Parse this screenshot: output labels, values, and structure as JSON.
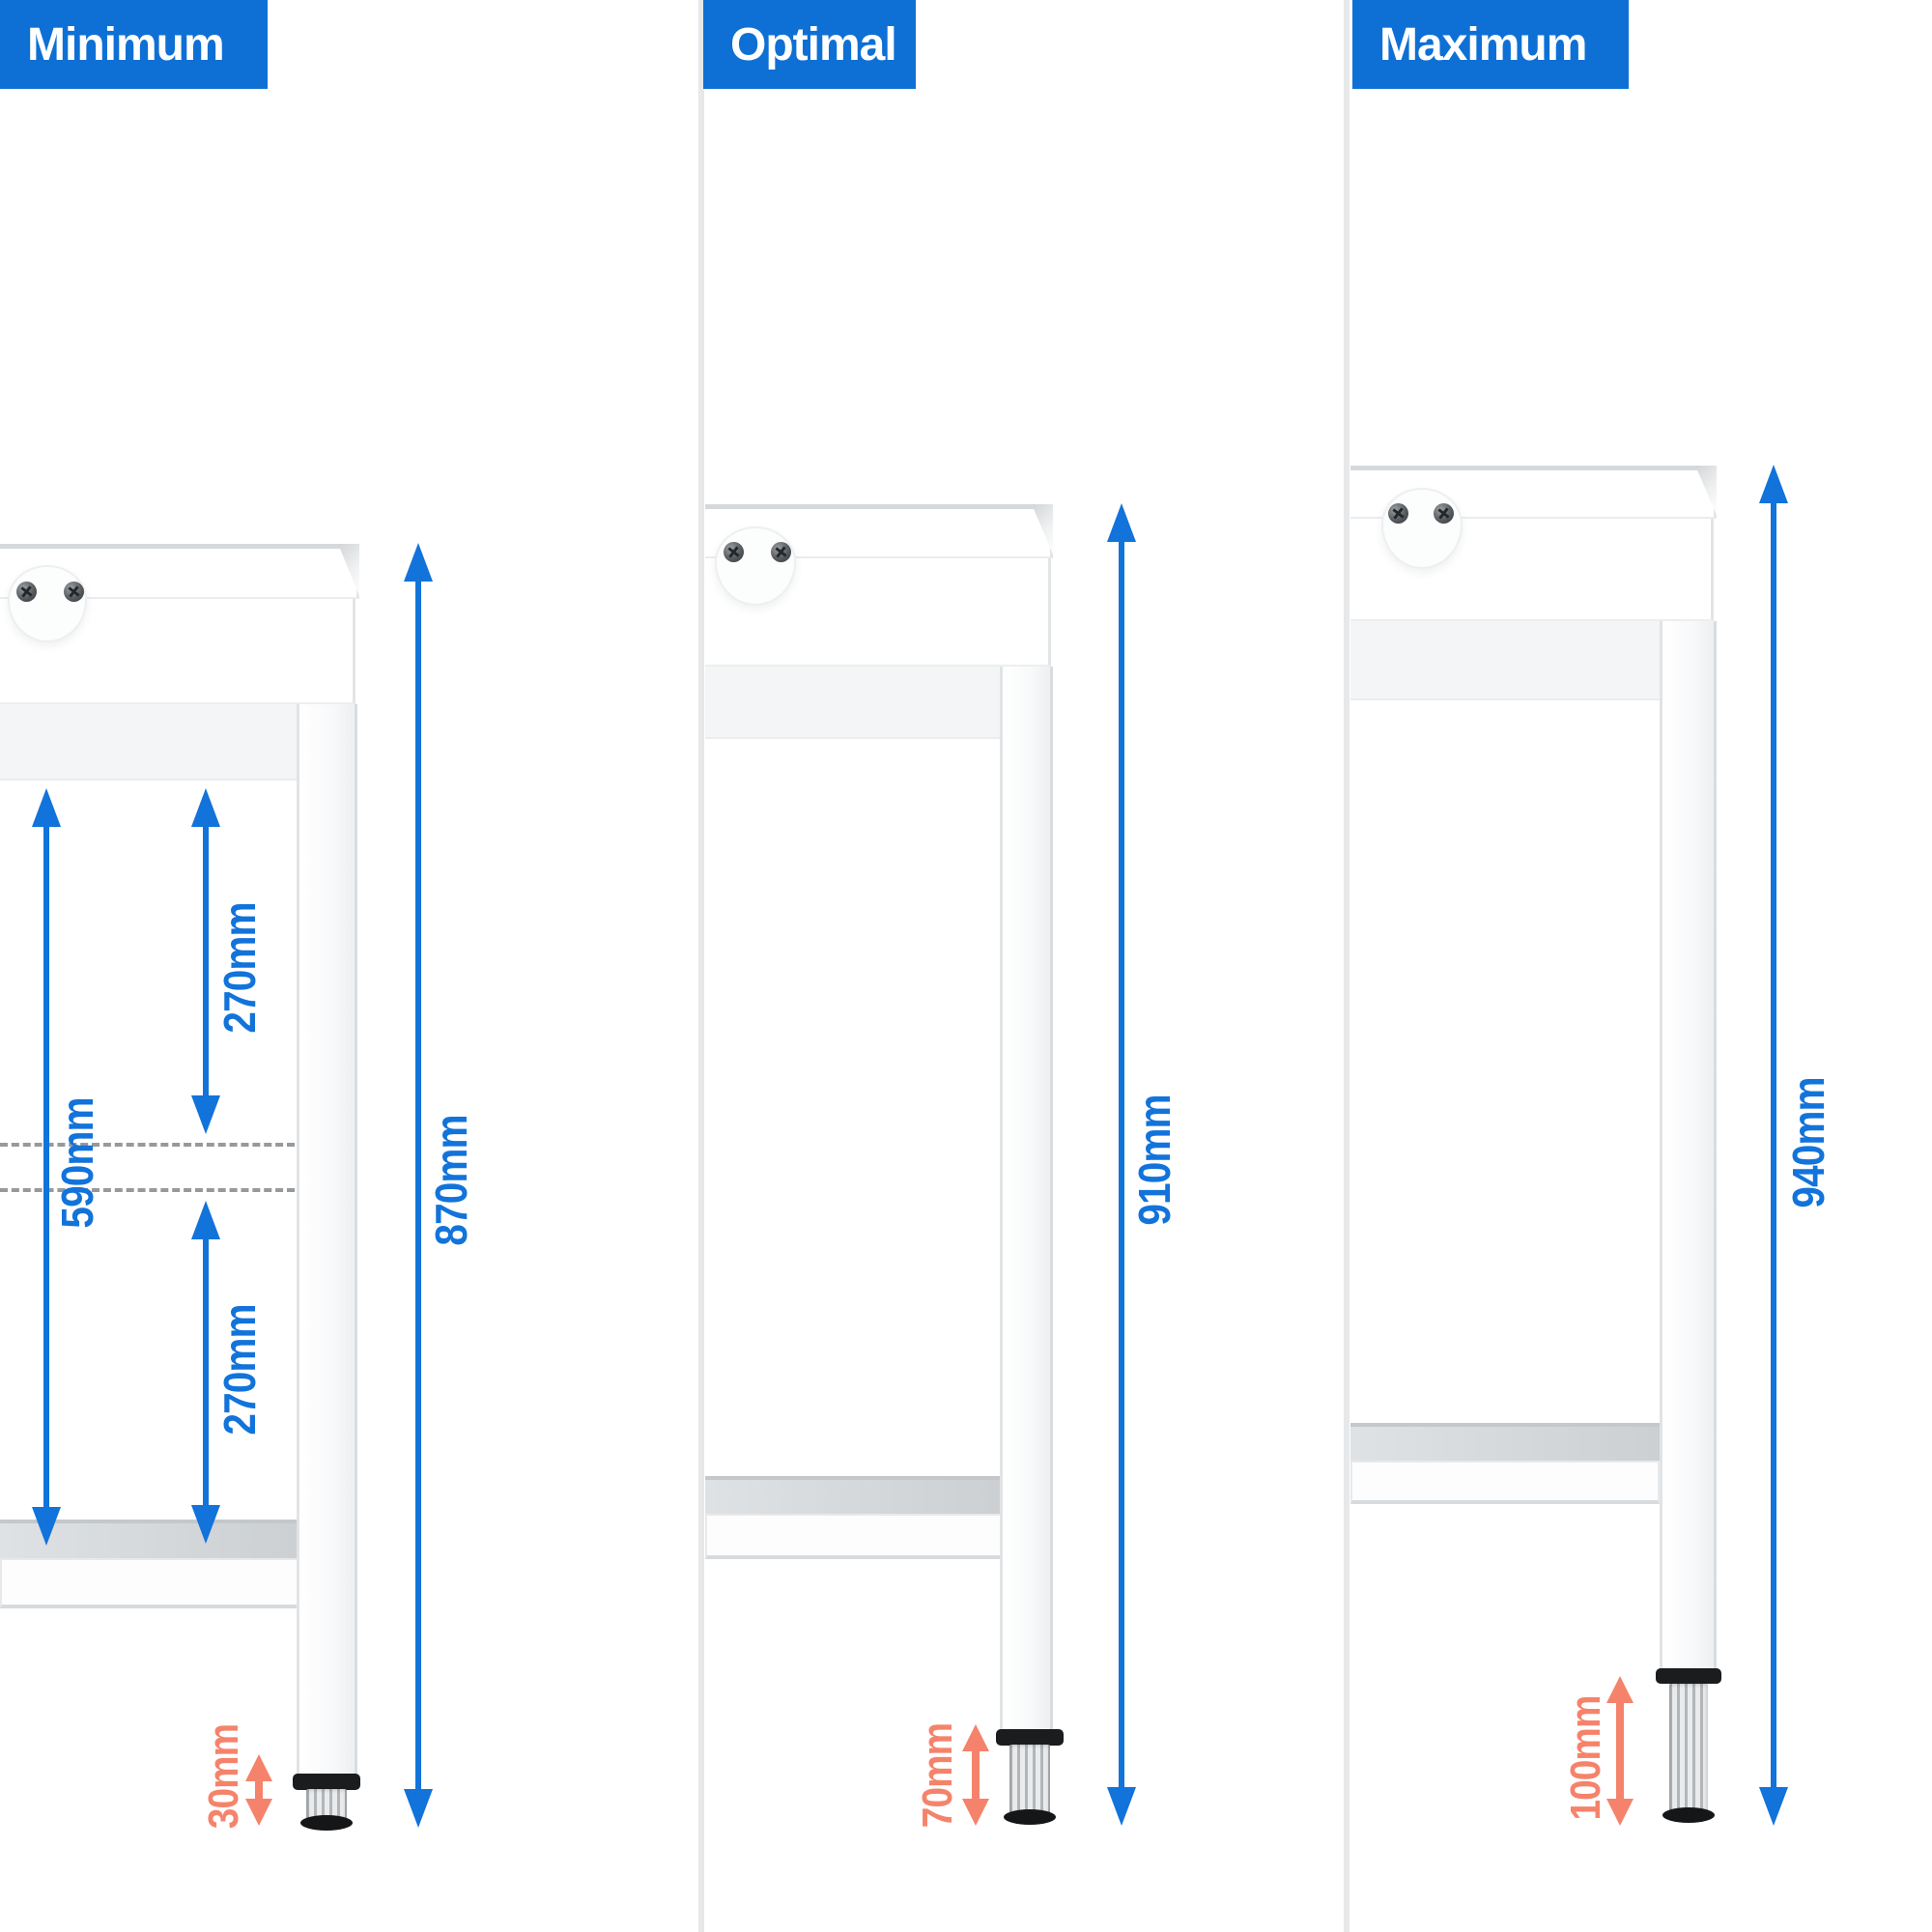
{
  "colors": {
    "header_bg": "#0e70d4",
    "dimension_blue": "#1273da",
    "foot_orange": "#f5836b"
  },
  "panels": [
    {
      "header": "Minimum",
      "overall_height": "870mm",
      "foot_adjustment": "30mm",
      "upper_clearance": "270mm",
      "shelf_clearance": "590mm",
      "lower_clearance": "270mm"
    },
    {
      "header": "Optimal",
      "overall_height": "910mm",
      "foot_adjustment": "70mm"
    },
    {
      "header": "Maximum",
      "overall_height": "940mm",
      "foot_adjustment": "100mm"
    }
  ]
}
